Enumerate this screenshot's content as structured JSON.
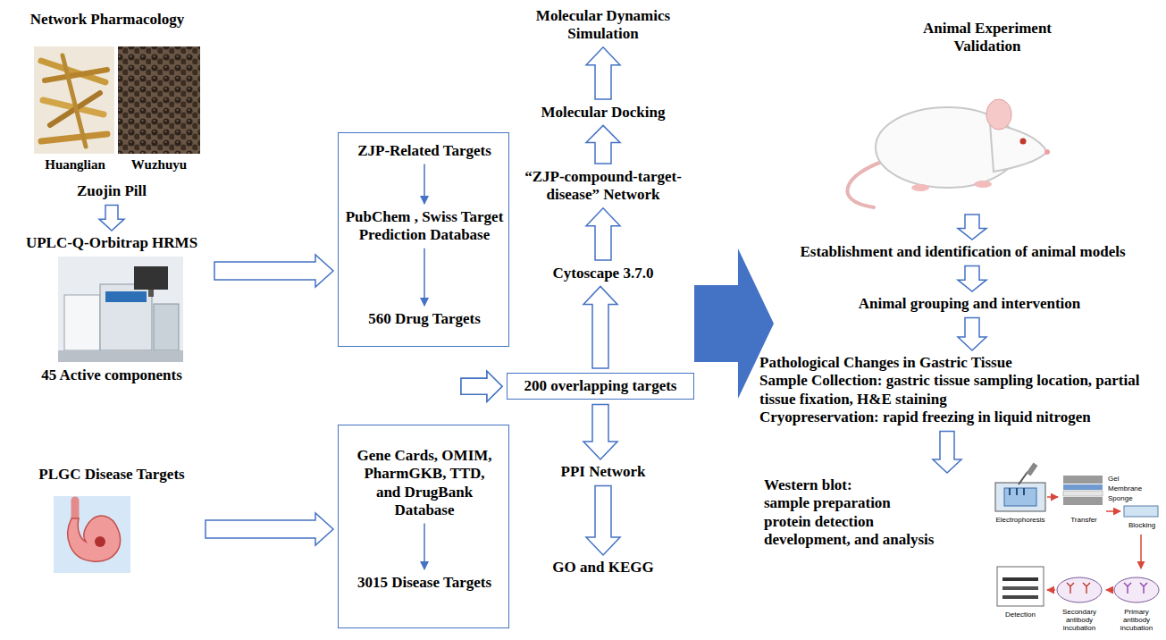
{
  "diagram": {
    "nodes": [
      {
        "text": [
          "Zuojin Pill"
        ]
      },
      {
        "text": [
          "UPLC-Q-Orbitrap HRMS"
        ]
      },
      {
        "text": []
      },
      {
        "text": [
          "ZJP-Related Targets"
        ],
        "in": 2
      },
      {
        "text": [
          "PubChem , Swiss Target Prediction Database"
        ],
        "in": 2
      },
      {
        "text": [
          "560 Drug Targets"
        ],
        "in": 2
      },
      {
        "text": [
          "PLGC Disease Targets"
        ]
      },
      {
        "text": []
      },
      {
        "text": [
          "Gene Cards, OMIM, PharmGKB, TTD, and DrugBank Database"
        ],
        "in": 7
      },
      {
        "text": [
          "3015 Disease Targets"
        ],
        "in": 7
      },
      {
        "text": [
          "200 overlapping targets"
        ]
      },
      {
        "text": [
          "Cytoscape 3.7.0"
        ]
      },
      {
        "text": [
          "“ZJP-compound-target-disease” Network"
        ]
      },
      {
        "text": [
          "Molecular Docking"
        ]
      },
      {
        "text": [
          "Molecular Dynamics Simulation"
        ]
      },
      {
        "text": [
          "PPI Network"
        ]
      },
      {
        "text": [
          "GO and KEGG"
        ]
      },
      {
        "text": [
          "Animal Experiment Validation"
        ]
      },
      {
        "text": [
          "Establishment and identification of animal models"
        ]
      },
      {
        "text": [
          "Animal grouping and intervention"
        ]
      },
      {
        "text": [
          "Pathological Changes in Gastric Tissue",
          "Sample Collection: gastric tissue sampling location, partial tissue fixation, H&E staining",
          "Cryopreservation: rapid freezing in liquid nitrogen"
        ]
      },
      {
        "text": [
          "Western blot:",
          "sample preparation",
          "protein detection",
          "development, and analysis"
        ]
      }
    ],
    "edges": [
      {
        "from": 0,
        "to": 1,
        "arrow": "to"
      },
      {
        "from": 1,
        "to": 2,
        "arrow": "to"
      },
      {
        "from": 3,
        "to": 4,
        "arrow": "to"
      },
      {
        "from": 4,
        "to": 5,
        "arrow": "to"
      },
      {
        "from": 6,
        "to": 7,
        "arrow": "to"
      },
      {
        "from": 8,
        "to": 9,
        "arrow": "to"
      },
      {
        "from": 2,
        "to": 10,
        "arrow": "to"
      },
      {
        "from": 7,
        "to": 10,
        "arrow": "to"
      },
      {
        "from": 10,
        "to": 11,
        "arrow": "to"
      },
      {
        "from": 11,
        "to": 12,
        "arrow": "to"
      },
      {
        "from": 12,
        "to": 13,
        "arrow": "to"
      },
      {
        "from": 13,
        "to": 14,
        "arrow": "to"
      },
      {
        "from": 10,
        "to": 15,
        "arrow": "to"
      },
      {
        "from": 15,
        "to": 16,
        "arrow": "to"
      },
      {
        "from": 17,
        "to": 18,
        "arrow": "to"
      },
      {
        "from": 18,
        "to": 19,
        "arrow": "to"
      },
      {
        "from": 19,
        "to": 20,
        "arrow": "to"
      },
      {
        "from": 20,
        "to": 21,
        "arrow": "to"
      },
      {
        "from": 10,
        "to": 19,
        "arrow": "to"
      }
    ],
    "labels": [
      "Network Pharmacology",
      "Huanglian",
      "Wuzhuyu",
      "45 Active components",
      "Electrophoresis",
      "Gel",
      "Membrane",
      "Sponge",
      "Transfer",
      "Blocking",
      "Detection",
      "Secondary antibody incubation",
      "Primary antibody incubation"
    ]
  }
}
